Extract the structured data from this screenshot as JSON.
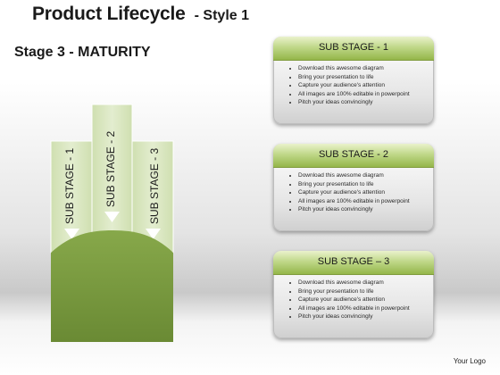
{
  "title": {
    "main": "Product Lifecycle",
    "style": "- Style 1"
  },
  "stage_heading": "Stage 3 - MATURITY",
  "columns": [
    {
      "label": "SUB STAGE - 1"
    },
    {
      "label": "SUB STAGE - 2"
    },
    {
      "label": "SUB STAGE - 3"
    }
  ],
  "cards": [
    {
      "header": "SUB STAGE - 1",
      "bullets": [
        "Download this awesome diagram",
        "Bring your presentation to life",
        "Capture your audience's attention",
        "All images are 100% editable in powerpoint",
        "Pitch your ideas convincingly"
      ]
    },
    {
      "header": "SUB STAGE - 2",
      "bullets": [
        "Download this awesome diagram",
        "Bring your presentation to life",
        "Capture your audience's attention",
        "All images are 100% editable in powerpoint",
        "Pitch your ideas convincingly"
      ]
    },
    {
      "header": "SUB STAGE – 3",
      "bullets": [
        "Download this awesome diagram",
        "Bring your presentation to life",
        "Capture your audience's attention",
        "All images are 100% editable in powerpoint",
        "Pitch your ideas convincingly"
      ]
    }
  ],
  "logo": "Your Logo",
  "colors": {
    "column_fill": "#d8e6bd",
    "hill_fill": "#76973d",
    "card_header": "#a9c765"
  }
}
